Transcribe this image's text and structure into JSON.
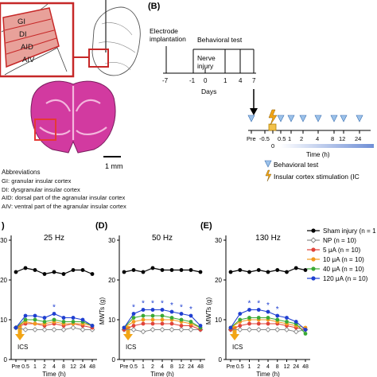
{
  "panel_a": {
    "regions": [
      "GI",
      "DI",
      "AID",
      "AIV"
    ],
    "scale_bar": "1 mm"
  },
  "panel_b": {
    "letter": "(B)",
    "labels": {
      "electrode": [
        "Electrode",
        "implantation"
      ],
      "behavioral_test": "Behavioral test",
      "nerve_injury": [
        "Nerve",
        "injury"
      ],
      "days": "Days"
    },
    "days_ticks": [
      "-7",
      "-1",
      "0",
      "1",
      "4",
      "7"
    ],
    "timeline_ticks": [
      "Pre",
      "-0.5",
      "0",
      "0.5",
      "1",
      "2",
      "4",
      "8",
      "12",
      "24"
    ],
    "time_label": "Time (h)",
    "legend": {
      "behavioral_test": "Behavioral test",
      "stimulation": "Insular cortex stimulation (IC"
    }
  },
  "abbreviations": {
    "title": "Abbreviations",
    "items": [
      "GI: granular insular cortex",
      "DI: dysgranular insular cortex",
      "AID: dorsal part of the agranular insular cortex",
      "AIV: ventral part of the agranular insular cortex"
    ]
  },
  "legend": {
    "entries": [
      {
        "label": "Sham injury (n = 1",
        "color": "#000000",
        "marker": "filled-circle"
      },
      {
        "label": "NP (n = 10)",
        "color": "#888888",
        "marker": "open-diamond"
      },
      {
        "label": "5 μA (n = 10)",
        "color": "#e0433a",
        "marker": "filled-circle"
      },
      {
        "label": "10 μA (n = 10)",
        "color": "#f29a1f",
        "marker": "filled-circle"
      },
      {
        "label": "40 μA (n = 10)",
        "color": "#3aa935",
        "marker": "filled-circle"
      },
      {
        "label": "120 μA (n = 10)",
        "color": "#1f3fd1",
        "marker": "filled-circle"
      }
    ]
  },
  "colors": {
    "sham": "#000000",
    "np": "#888888",
    "a5": "#e0433a",
    "a10": "#f29a1f",
    "a40": "#3aa935",
    "a120": "#1f3fd1",
    "arrow": "#f2a516",
    "brain": "#d23aa0",
    "region": "#c62828"
  },
  "chart_data": [
    {
      "type": "line",
      "letter": ")",
      "title": "25 Hz",
      "ylabel": "",
      "xlabel": "Time (h)",
      "x": [
        "Pre",
        "0.5",
        "1",
        "2",
        "4",
        "8",
        "12",
        "24",
        "48"
      ],
      "ylim": [
        0,
        30
      ],
      "yticks": [
        "0",
        "10",
        "20",
        "30"
      ],
      "annotation": "ICS",
      "series": [
        {
          "name": "Sham injury",
          "values": [
            22,
            23,
            22.5,
            21.5,
            22,
            21.5,
            22.5,
            22.5,
            21.5
          ]
        },
        {
          "name": "NP",
          "values": [
            8,
            7.5,
            7.5,
            7.5,
            7.5,
            7.5,
            8,
            7.5,
            7.5
          ]
        },
        {
          "name": "5 μA",
          "values": [
            8,
            9,
            9,
            8.5,
            9,
            8.5,
            9,
            8.5,
            8
          ]
        },
        {
          "name": "10 μA",
          "values": [
            8,
            9.5,
            9,
            9,
            9.5,
            9,
            9,
            9,
            8.5
          ]
        },
        {
          "name": "40 μA",
          "values": [
            8,
            10,
            10,
            9.5,
            10,
            9.5,
            9.5,
            9.5,
            8.5
          ]
        },
        {
          "name": "120 μA",
          "values": [
            8,
            11,
            11,
            10.5,
            11.5,
            10.5,
            10.5,
            10,
            8.5
          ]
        }
      ],
      "significance": [
        {
          "series": "120 μA",
          "x": "4",
          "mark": "*"
        }
      ]
    },
    {
      "type": "line",
      "letter": "(D)",
      "title": "50 Hz",
      "ylabel": "MWTs (g)",
      "xlabel": "Time (h)",
      "x": [
        "Pre",
        "0.5",
        "1",
        "2",
        "4",
        "8",
        "12",
        "24",
        "48"
      ],
      "ylim": [
        0,
        30
      ],
      "yticks": [
        "0",
        "10",
        "20",
        "30"
      ],
      "annotation": "ICS",
      "series": [
        {
          "name": "Sham injury",
          "values": [
            22,
            22.5,
            22,
            23,
            22.5,
            22.5,
            22.5,
            22.5,
            22
          ]
        },
        {
          "name": "NP",
          "values": [
            7.5,
            7.5,
            7,
            7.5,
            7.5,
            7.5,
            7.5,
            7.5,
            7.5
          ]
        },
        {
          "name": "5 μA",
          "values": [
            7.5,
            8.5,
            9,
            9,
            9,
            9,
            8.5,
            8.5,
            7.5
          ]
        },
        {
          "name": "10 μA",
          "values": [
            8,
            9.5,
            10,
            10,
            10,
            10,
            9.5,
            9,
            8
          ]
        },
        {
          "name": "40 μA",
          "values": [
            8,
            10.5,
            11,
            11,
            11,
            10.5,
            10,
            9.5,
            8
          ]
        },
        {
          "name": "120 μA",
          "values": [
            8,
            11.5,
            12.5,
            12.5,
            12.5,
            12,
            11.5,
            11,
            8.5
          ]
        }
      ],
      "significance": [
        {
          "series": "120 μA",
          "x": "0.5",
          "mark": "*"
        },
        {
          "series": "120 μA",
          "x": "1",
          "mark": "*"
        },
        {
          "series": "120 μA",
          "x": "2",
          "mark": "*"
        },
        {
          "series": "120 μA",
          "x": "4",
          "mark": "*"
        },
        {
          "series": "120 μA",
          "x": "8",
          "mark": "*"
        },
        {
          "series": "120 μA",
          "x": "12",
          "mark": "*"
        },
        {
          "series": "120 μA",
          "x": "24",
          "mark": "*"
        }
      ]
    },
    {
      "type": "line",
      "letter": "(E)",
      "title": "130 Hz",
      "ylabel": "MWTs (g)",
      "xlabel": "Time (h)",
      "x": [
        "Pre",
        "0.5",
        "1",
        "2",
        "4",
        "8",
        "12",
        "24",
        "48"
      ],
      "ylim": [
        0,
        30
      ],
      "yticks": [
        "0",
        "10",
        "20",
        "30"
      ],
      "annotation": "ICS",
      "series": [
        {
          "name": "Sham injury",
          "values": [
            22,
            22.5,
            22,
            22.5,
            22,
            22.5,
            22,
            23,
            22.5
          ]
        },
        {
          "name": "NP",
          "values": [
            7.5,
            7.5,
            7.5,
            7.5,
            7.5,
            7.5,
            7.5,
            7,
            7.5
          ]
        },
        {
          "name": "5 μA",
          "values": [
            7.5,
            8.5,
            9,
            9,
            9,
            9,
            8.5,
            8,
            7.5
          ]
        },
        {
          "name": "10 μA",
          "values": [
            8,
            9.5,
            10,
            10,
            10,
            9.5,
            9,
            8.5,
            8
          ]
        },
        {
          "name": "40 μA",
          "values": [
            8,
            10,
            10.5,
            10.5,
            10.5,
            10,
            9.5,
            9,
            6.5
          ]
        },
        {
          "name": "120 μA",
          "values": [
            8,
            11.5,
            12.5,
            12.5,
            12,
            11,
            10.5,
            9.5,
            7.5
          ]
        }
      ],
      "significance": [
        {
          "series": "120 μA",
          "x": "1",
          "mark": "*"
        },
        {
          "series": "120 μA",
          "x": "2",
          "mark": "*"
        },
        {
          "series": "120 μA",
          "x": "4",
          "mark": "*"
        },
        {
          "series": "120 μA",
          "x": "8",
          "mark": "*"
        }
      ]
    }
  ]
}
